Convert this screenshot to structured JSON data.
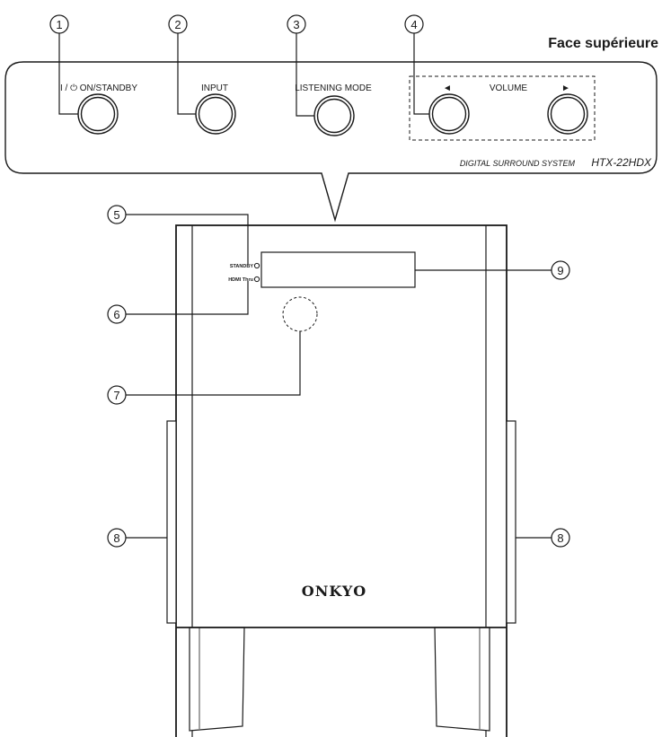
{
  "header": {
    "title": "Face supérieure"
  },
  "top_panel": {
    "power_label": "I / ⏻ ON/STANDBY",
    "input_label": "INPUT",
    "listening_label": "LISTENING MODE",
    "volume_label": "VOLUME",
    "vol_down_glyph": "◄",
    "vol_up_glyph": "►",
    "brand_line": "DIGITAL SURROUND SYSTEM",
    "model": "HTX-22HDX"
  },
  "front_panel": {
    "standby_label": "STANDBY",
    "hdmi_label": "HDMI Thru",
    "logo": "ONKYO"
  },
  "callouts": {
    "c1": "1",
    "c2": "2",
    "c3": "3",
    "c4": "4",
    "c5": "5",
    "c6": "6",
    "c7": "7",
    "c8": "8",
    "c9": "9"
  },
  "colors": {
    "line": "#1a1a1a",
    "background": "#ffffff"
  }
}
